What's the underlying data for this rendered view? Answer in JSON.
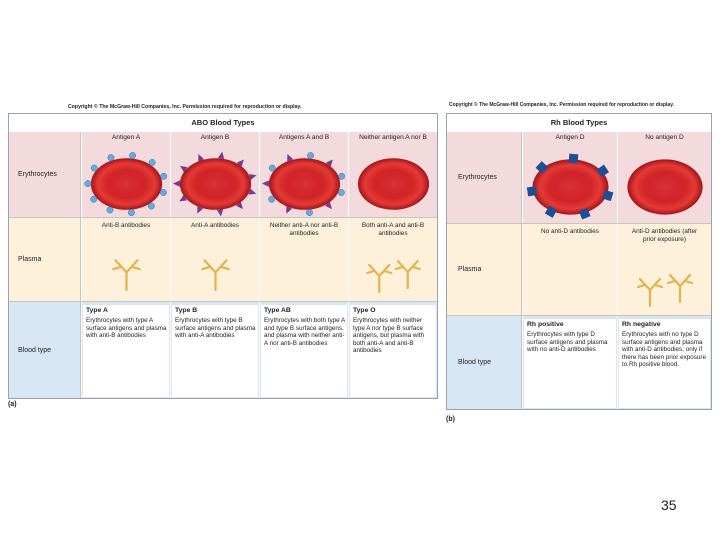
{
  "panel_a": {
    "copyright": "Copyright © The McGraw-Hill Companies, Inc. Permission required for reproduction or display.",
    "title": "ABO Blood Types",
    "letter": "(a)",
    "row_labels": {
      "erythrocytes": "Erythrocytes",
      "plasma": "Plasma",
      "blood_type": "Blood type"
    },
    "columns": [
      {
        "antigen": "Antigen A",
        "plasma": "Anti-B antibodies",
        "type": "Type A",
        "desc": "Erythrocytes with type A surface antigens and plasma with anti-B antibodies"
      },
      {
        "antigen": "Antigen B",
        "plasma": "Anti-A antibodies",
        "type": "Type B",
        "desc": "Erythrocytes with type B surface antigens and plasma with anti-A antibodies"
      },
      {
        "antigen": "Antigens A and B",
        "plasma": "Neither anti-A nor anti-B antibodies",
        "type": "Type AB",
        "desc": "Erythrocytes with both type A and type B surface antigens, and plasma with neither anti-A nor anti-B antibodies"
      },
      {
        "antigen": "Neither antigen A nor B",
        "plasma": "Both anti-A and anti-B antibodies",
        "type": "Type O",
        "desc": "Erythrocytes with neither type A nor type B surface antigens, but plasma with both anti-A and anti-B antibodies"
      }
    ]
  },
  "panel_b": {
    "copyright": "Copyright © The McGraw-Hill Companies, Inc. Permission required for reproduction or display.",
    "title": "Rh Blood Types",
    "letter": "(b)",
    "row_labels": {
      "erythrocytes": "Erythrocytes",
      "plasma": "Plasma",
      "blood_type": "Blood type"
    },
    "columns": [
      {
        "antigen": "Antigen D",
        "plasma": "No anti-D antibodies",
        "type": "Rh positive",
        "desc": "Erythrocytes with type D surface antigens and plasma with no anti-D antibodies"
      },
      {
        "antigen": "No antigen D",
        "plasma": "Anti-D antibodies (after prior exposure)",
        "type": "Rh negative",
        "desc": "Erythrocytes with no type D surface antigens and plasma with anti-D antibodies, only if there has been prior exposure to Rh positive blood."
      }
    ]
  },
  "slide_number": "35",
  "colors": {
    "erythrocyte_row": "#f3dadd",
    "plasma_row": "#fdf1dc",
    "blood_type_row": "#d7e6f5",
    "cell": "#d3262b",
    "antigen_a": "#69a9dc",
    "antigen_b": "#7a3a8e",
    "antigen_d": "#1d4f96",
    "antibody": "#e6b24a"
  }
}
